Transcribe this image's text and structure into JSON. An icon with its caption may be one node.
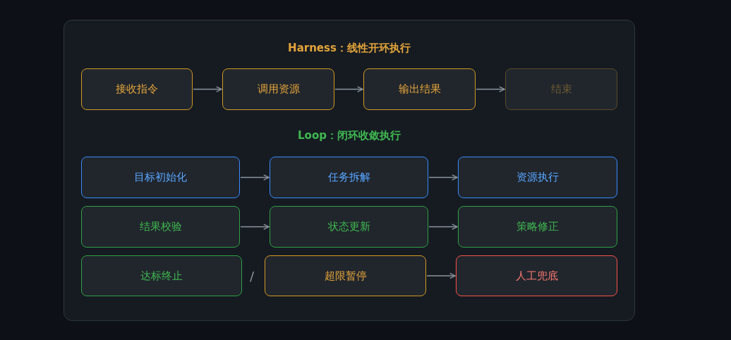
{
  "diagram": {
    "nodes": [
      {
        "text": [
          "接收指令"
        ]
      },
      {
        "text": [
          "调用资源"
        ]
      },
      {
        "text": [
          "输出结果"
        ]
      },
      {
        "text": [
          "结束"
        ]
      },
      {
        "text": [
          "目标初始化"
        ]
      },
      {
        "text": [
          "任务拆解"
        ]
      },
      {
        "text": [
          "资源执行"
        ]
      },
      {
        "text": [
          "结果校验"
        ]
      },
      {
        "text": [
          "状态更新"
        ]
      },
      {
        "text": [
          "策略修正"
        ]
      },
      {
        "text": [
          "达标终止"
        ]
      },
      {
        "text": [
          "超限暂停"
        ]
      },
      {
        "text": [
          "人工兜底"
        ]
      }
    ],
    "edges": [
      {
        "from": 0,
        "to": 1,
        "arrow": "to"
      },
      {
        "from": 1,
        "to": 2,
        "arrow": "to"
      },
      {
        "from": 2,
        "to": 3,
        "arrow": "to"
      },
      {
        "from": 4,
        "to": 5,
        "arrow": "to"
      },
      {
        "from": 5,
        "to": 6,
        "arrow": "to"
      },
      {
        "from": 7,
        "to": 8,
        "arrow": "to"
      },
      {
        "from": 8,
        "to": 9,
        "arrow": "to"
      },
      {
        "from": 11,
        "to": 12,
        "arrow": "to"
      }
    ],
    "labels": [
      "Harness：线性开环执行",
      "Loop：闭环收敛执行",
      "/"
    ]
  }
}
